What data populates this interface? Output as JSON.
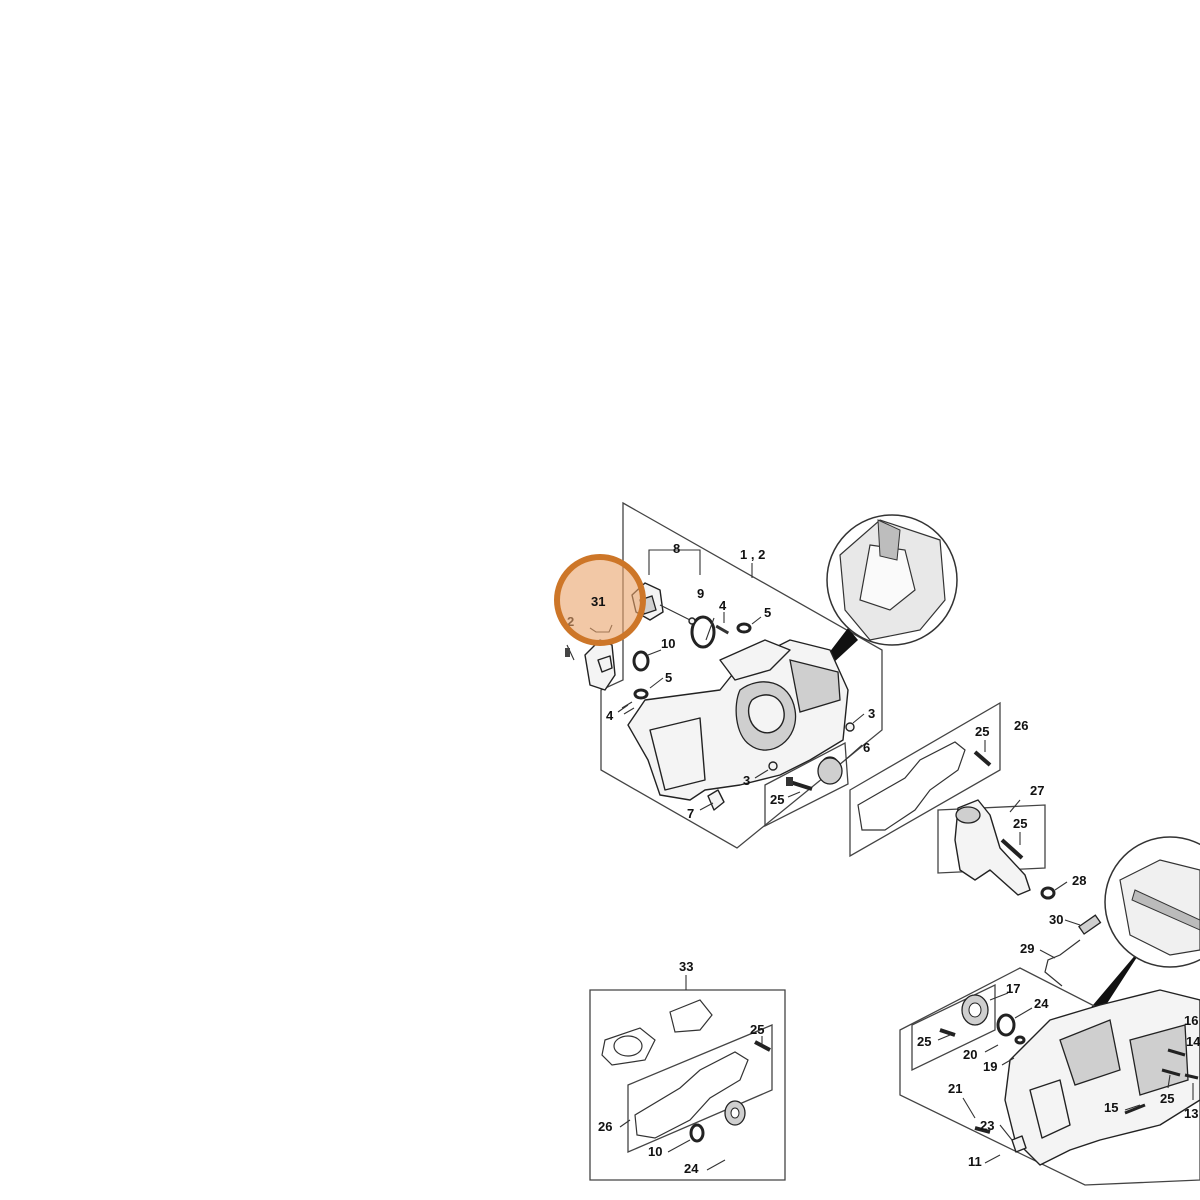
{
  "highlight": {
    "label": "31",
    "fill_color": "#e9a36b",
    "ring_color": "#cd7628"
  },
  "callouts": {
    "c1_2": "1 , 2",
    "c2": "2",
    "c3a": "3",
    "c3b": "3",
    "c4a": "4",
    "c4b": "4",
    "c5a": "5",
    "c5b": "5",
    "c6": "6",
    "c7": "7",
    "c8": "8",
    "c9": "9",
    "c10a": "10",
    "c10b": "10",
    "c11": "11",
    "c13": "13",
    "c14": "14",
    "c15": "15",
    "c16": "16",
    "c17": "17",
    "c19": "19",
    "c20": "20",
    "c21": "21",
    "c23": "23",
    "c24a": "24",
    "c24b": "24",
    "c25a": "25",
    "c25b": "25",
    "c25c": "25",
    "c25d": "25",
    "c25e": "25",
    "c25f": "25",
    "c26a": "26",
    "c26b": "26",
    "c27": "27",
    "c28": "28",
    "c29": "29",
    "c30": "30",
    "c31": "31",
    "c33": "33"
  }
}
